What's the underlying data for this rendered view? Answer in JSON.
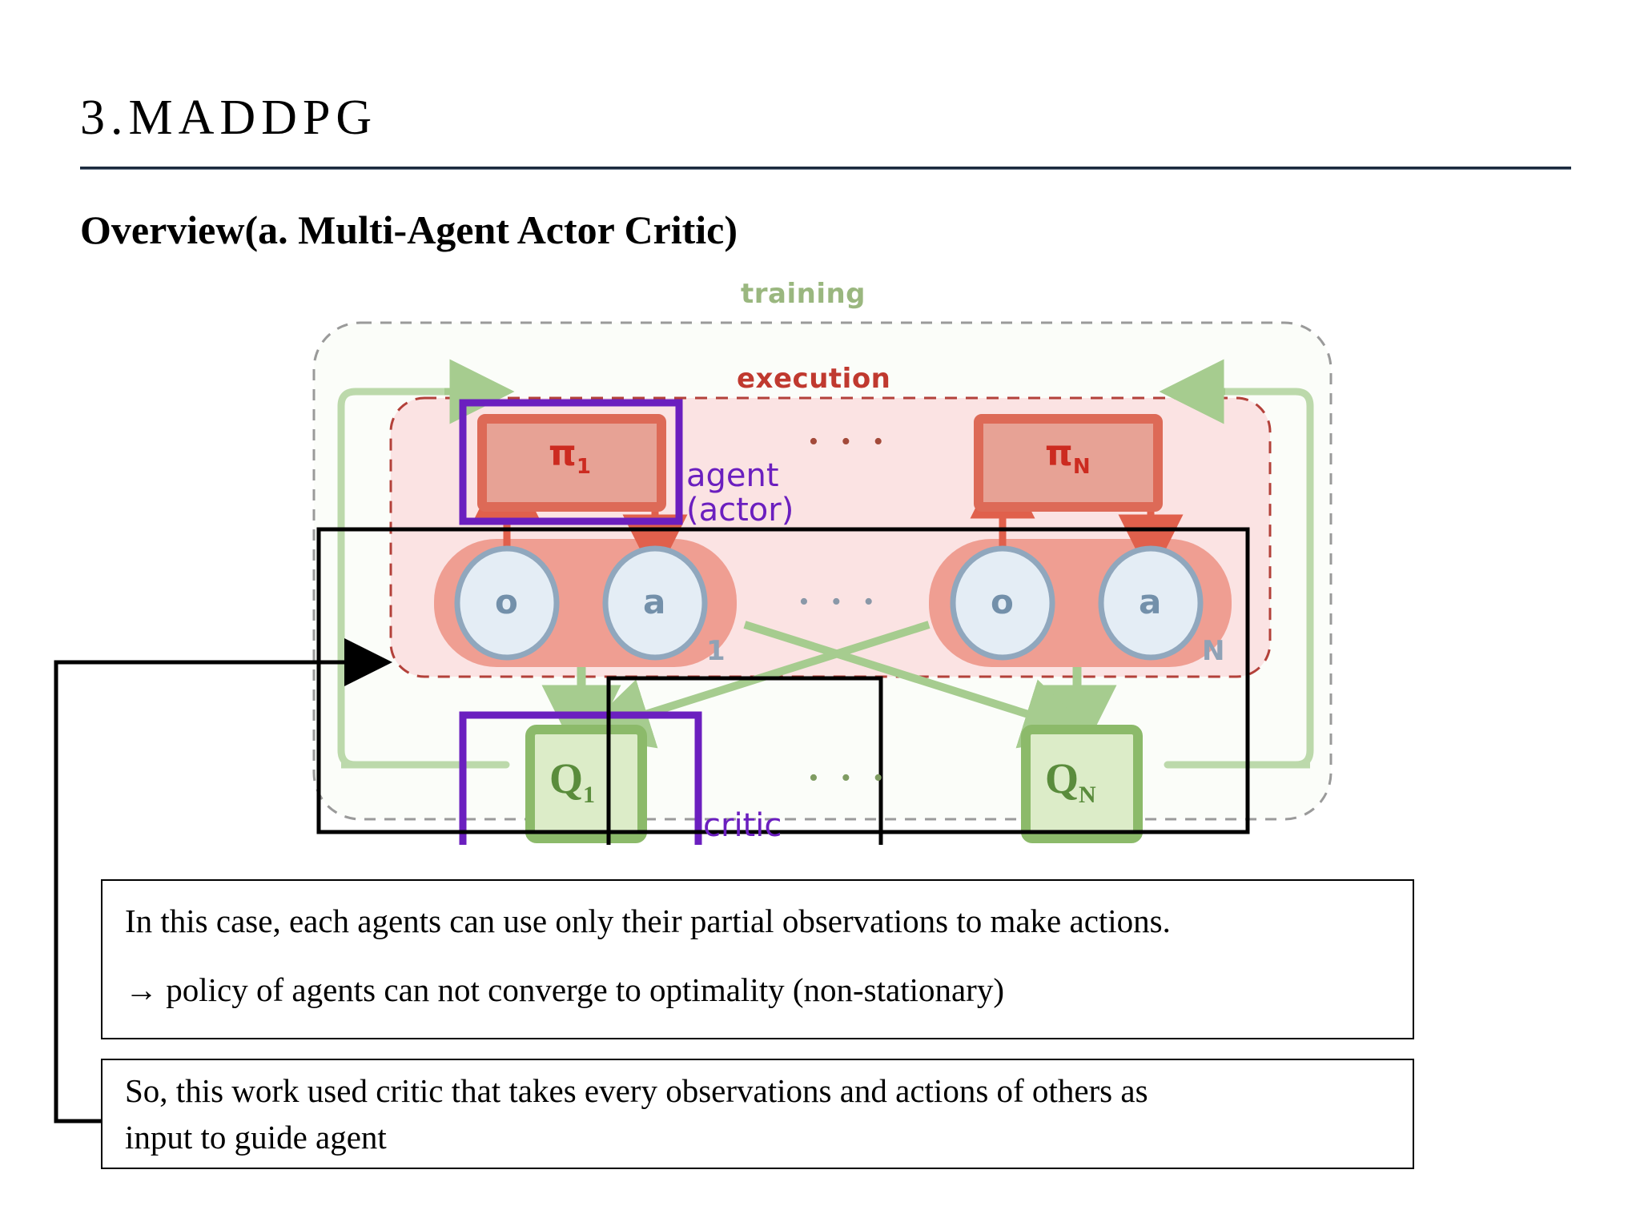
{
  "slide": {
    "title": "3.MADDPG",
    "subtitle": "Overview(a. Multi-Agent Actor Critic)"
  },
  "diagram": {
    "outer_label": "training",
    "inner_label": "execution",
    "annotations": {
      "agent_line1": "agent",
      "agent_line2": "(actor)",
      "critic": "critic"
    },
    "agents": [
      {
        "policy": "π",
        "policy_sub": "1",
        "obs": "o",
        "act": "a",
        "index": "1",
        "critic": "Q",
        "critic_sub": "1"
      },
      {
        "policy": "π",
        "policy_sub": "N",
        "obs": "o",
        "act": "a",
        "index": "N",
        "critic": "Q",
        "critic_sub": "N"
      }
    ],
    "ellipsis": "• • •",
    "colors": {
      "training_border": "#9a9a9a",
      "training_text": "#9ab77f",
      "execution_border": "#b3413a",
      "execution_text": "#c0392f",
      "execution_fill": "#fbe2e2",
      "policy_box": "#e7a295",
      "policy_border": "#dd6a57",
      "critic_box": "#dcecc8",
      "critic_border": "#8cba6a",
      "arrow_red": "#e0604c",
      "arrow_green": "#a6cc8f",
      "annotation_purple": "#6b1fbf",
      "circle_fill": "#e4edf5",
      "circle_border": "#90a7bd",
      "agent_group_fill": "#ef9e92"
    }
  },
  "notes": [
    {
      "line1": "In this case, each agents can use only their partial observations to make actions.",
      "line2": "→ policy of agents can not converge to optimality (non-stationary)"
    },
    {
      "line1": "So, this work used critic that takes every observations and actions of others as",
      "line2": "input to guide agent"
    }
  ]
}
